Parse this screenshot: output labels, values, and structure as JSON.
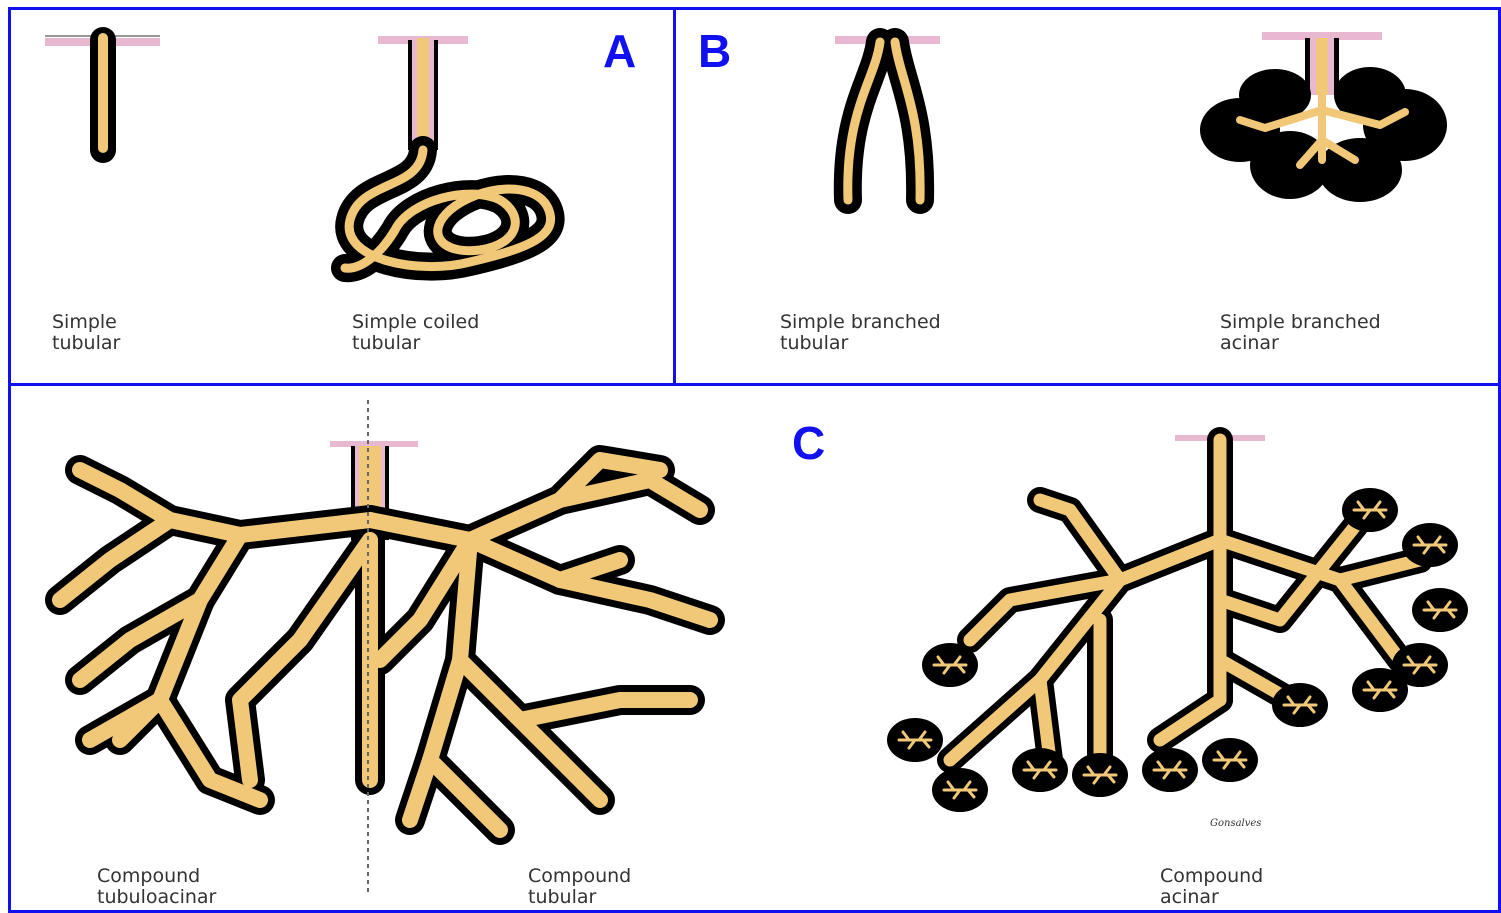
{
  "panels": {
    "a": {
      "letter": "A"
    },
    "b": {
      "letter": "B"
    },
    "c": {
      "letter": "C"
    }
  },
  "labels": {
    "simple_tubular": [
      "Simple",
      "tubular"
    ],
    "simple_coiled_tubular": [
      "Simple coiled",
      "tubular"
    ],
    "simple_branched_tubular": [
      "Simple branched",
      "tubular"
    ],
    "simple_branched_acinar": [
      "Simple branched",
      "acinar"
    ],
    "compound_tubuloacinar": [
      "Compound",
      "tubuloacinar"
    ],
    "compound_tubular": [
      "Compound",
      "tubular"
    ],
    "compound_acinar": [
      "Compound",
      "acinar"
    ]
  },
  "signature": "Gonsalves",
  "colors": {
    "frame": "#1010f0",
    "lumen": "#f0c878",
    "epithelium": "#000000",
    "surface": "#e8b8d0"
  }
}
